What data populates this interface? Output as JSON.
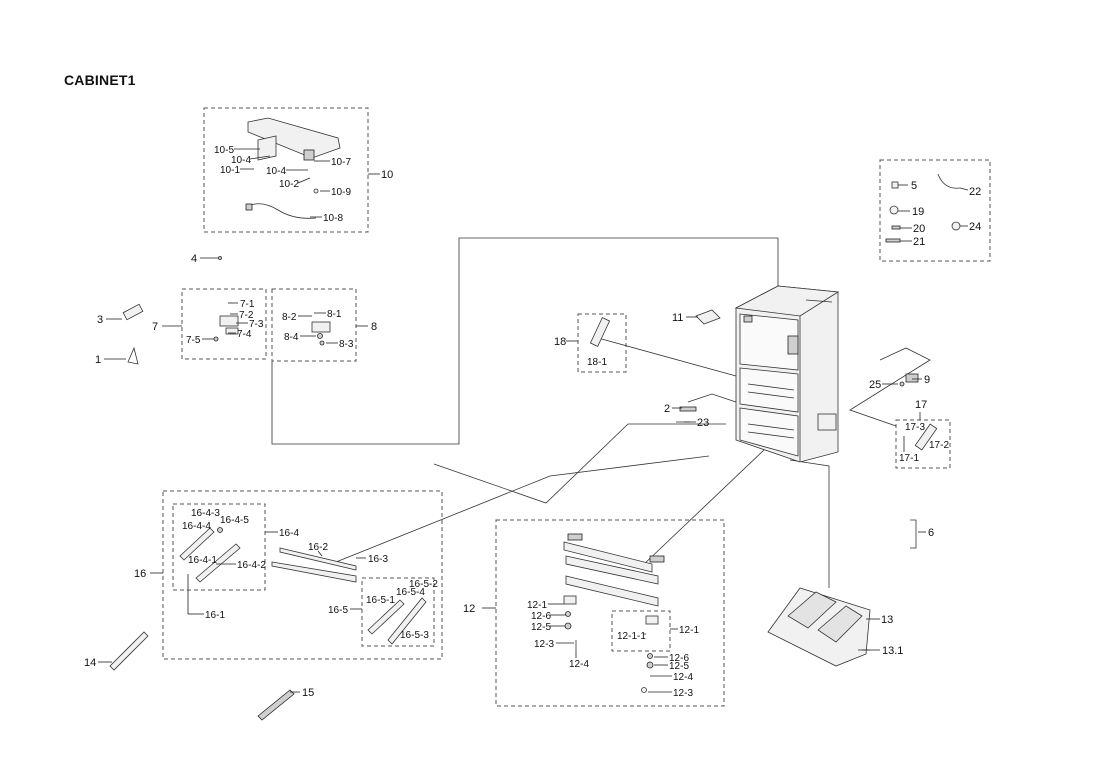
{
  "title": "CABINET1",
  "labels": {
    "p1": "1",
    "p2": "2",
    "p3": "3",
    "p4": "4",
    "p5": "5",
    "p6": "6",
    "p7": "7",
    "p7_1": "7-1",
    "p7_2": "7-2",
    "p7_3": "7-3",
    "p7_4": "7-4",
    "p7_5": "7-5",
    "p8": "8",
    "p8_1": "8-1",
    "p8_2": "8-2",
    "p8_3": "8-3",
    "p8_4": "8-4",
    "p9": "9",
    "p10": "10",
    "p10_1": "10-1",
    "p10_2": "10-2",
    "p10_4a": "10-4",
    "p10_4b": "10-4",
    "p10_5": "10-5",
    "p10_7": "10-7",
    "p10_8": "10-8",
    "p10_9": "10-9",
    "p11": "11",
    "p12": "12",
    "p12_1a": "12-1",
    "p12_1b": "12-1",
    "p12_1_1": "12-1-1",
    "p12_3a": "12-3",
    "p12_3b": "12-3",
    "p12_4a": "12-4",
    "p12_4b": "12-4",
    "p12_5a": "12-5",
    "p12_5b": "12-5",
    "p12_6a": "12-6",
    "p12_6b": "12-6",
    "p13": "13",
    "p13_1": "13.1",
    "p14": "14",
    "p15": "15",
    "p16": "16",
    "p16_1": "16-1",
    "p16_2": "16-2",
    "p16_3": "16-3",
    "p16_4": "16-4",
    "p16_4_1": "16-4-1",
    "p16_4_2": "16-4-2",
    "p16_4_3": "16-4-3",
    "p16_4_4": "16-4-4",
    "p16_4_5": "16-4-5",
    "p16_5": "16-5",
    "p16_5_1": "16-5-1",
    "p16_5_2": "16-5-2",
    "p16_5_3": "16-5-3",
    "p16_5_4": "16-5-4",
    "p17": "17",
    "p17_1": "17-1",
    "p17_2": "17-2",
    "p17_3": "17-3",
    "p18": "18",
    "p18_1": "18-1",
    "p19": "19",
    "p20": "20",
    "p21": "21",
    "p22": "22",
    "p23": "23",
    "p24": "24",
    "p25": "25"
  }
}
